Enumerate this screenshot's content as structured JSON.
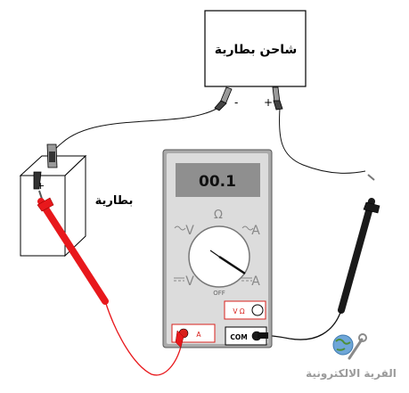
{
  "charger": {
    "title": "شاحن بطارية",
    "neg_label": "-",
    "pos_label": "+"
  },
  "battery": {
    "label": "بطارية",
    "plus_mark": "+",
    "minus_mark": "-"
  },
  "meter": {
    "reading": "00.1",
    "ohm_symbol": "Ω",
    "off_label": "OFF",
    "ac_v_label": "V",
    "ac_a_label": "A",
    "dc_v_label": "V",
    "dc_a_label": "A",
    "port_vohm": "V Ω",
    "port_a": "A",
    "port_com": "COM"
  },
  "logo": {
    "text": "القرية الالكترونية"
  },
  "colors": {
    "red_probe": "#e8181c",
    "black_probe": "#1a1a1a",
    "meter_body": "#dcdcdc",
    "lcd": "#8f8f8f",
    "port_red": "#d8201c"
  }
}
